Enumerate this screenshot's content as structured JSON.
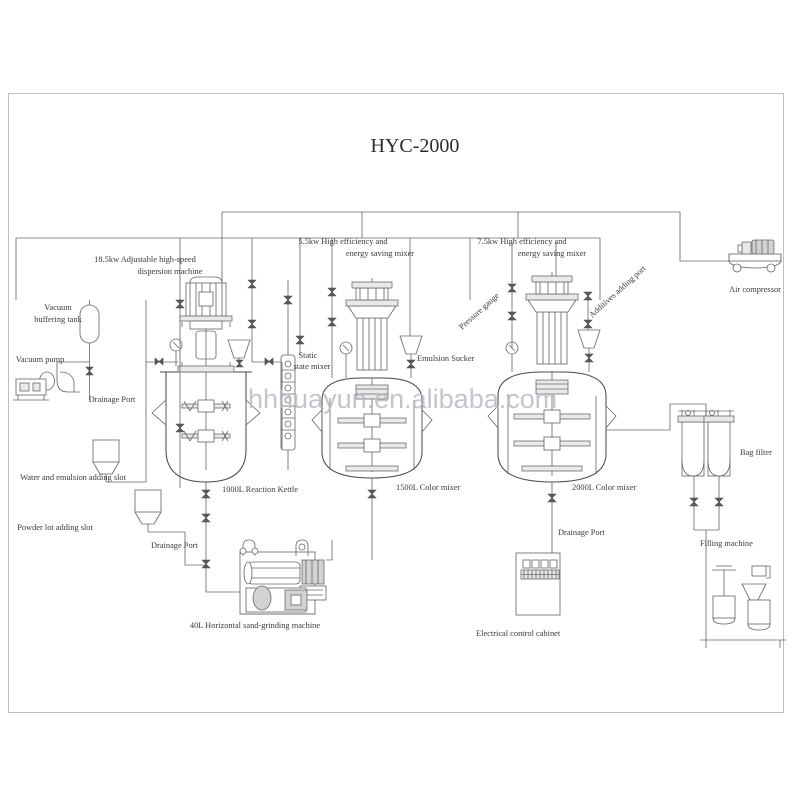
{
  "title": "HYC-2000",
  "watermark": "hhhuayun.en.alibaba.com",
  "diagram": {
    "type": "process-flow-diagram",
    "labels": {
      "dispersion_machine": "18.5kw Adjustable high-speed\ndispersion machine",
      "dispersion_machine_l1": "18.5kw Adjustable high-speed",
      "dispersion_machine_l2": "dispersion machine",
      "mixer_55_l1": "5.5kw High efficiency and",
      "mixer_55_l2": "energy saving mixer",
      "mixer_75_l1": "7.5kw High efficiency and",
      "mixer_75_l2": "energy saving mixer",
      "vacuum_tank_l1": "Vacuum",
      "vacuum_tank_l2": "buffering tank",
      "vacuum_pump": "Vacuum pump",
      "drainage_port_left": "Drainage Port",
      "water_emulsion_slot": "Water and emulsion adding slot",
      "powder_slot": "Powder lot adding slot",
      "drainage_port_mid": "Drainage Port",
      "drainage_port_right": "Drainage Port",
      "static_mixer_l1": "Static",
      "static_mixer_l2": "state mixer",
      "emulsion_sucker": "Emulsion Sucker",
      "pressure_gauge": "Pressure gauge",
      "additives_port": "Additives adding port",
      "air_compressor": "Air compressor",
      "bag_filter": "Bag filter",
      "filling_machine": "Filling machine",
      "reaction_kettle": "1000L Reaction Kettle",
      "color_mixer_1500": "1500L Color mixer",
      "color_mixer_2000": "2000L Color mixer",
      "sand_grinding": "40L Horizontal sand-grinding machine",
      "control_cabinet": "Electrical control cabinet"
    },
    "equipment": [
      {
        "id": "vacuum-buffering-tank",
        "name": "Vacuum buffering tank"
      },
      {
        "id": "vacuum-pump",
        "name": "Vacuum pump"
      },
      {
        "id": "water-emulsion-adding-slot",
        "name": "Water and emulsion adding slot"
      },
      {
        "id": "powder-lot-adding-slot",
        "name": "Powder lot adding slot"
      },
      {
        "id": "reaction-kettle-1000l",
        "name": "1000L Reaction Kettle"
      },
      {
        "id": "dispersion-machine-18-5kw",
        "name": "18.5kw Adjustable high-speed dispersion machine"
      },
      {
        "id": "static-state-mixer",
        "name": "Static state mixer"
      },
      {
        "id": "color-mixer-1500l",
        "name": "1500L Color mixer"
      },
      {
        "id": "mixer-5-5kw",
        "name": "5.5kw High efficiency and energy saving mixer"
      },
      {
        "id": "emulsion-sucker",
        "name": "Emulsion Sucker"
      },
      {
        "id": "color-mixer-2000l",
        "name": "2000L Color mixer"
      },
      {
        "id": "mixer-7-5kw",
        "name": "7.5kw High efficiency and energy saving mixer"
      },
      {
        "id": "pressure-gauge",
        "name": "Pressure gauge"
      },
      {
        "id": "additives-adding-port",
        "name": "Additives adding port"
      },
      {
        "id": "air-compressor",
        "name": "Air compressor"
      },
      {
        "id": "bag-filter",
        "name": "Bag filter"
      },
      {
        "id": "filling-machine",
        "name": "Filling machine"
      },
      {
        "id": "sand-grinding-machine-40l",
        "name": "40L Horizontal sand-grinding machine"
      },
      {
        "id": "electrical-control-cabinet",
        "name": "Electrical control cabinet"
      }
    ],
    "colors": {
      "line": "#6b6b6b",
      "line_dark": "#4a4a4a",
      "line_light": "#9a9a9a",
      "text": "#3a3a3a",
      "title": "#2b2b2b",
      "watermark": "#b9bcc2",
      "border": "#bfbfbf",
      "background": "#ffffff"
    }
  }
}
